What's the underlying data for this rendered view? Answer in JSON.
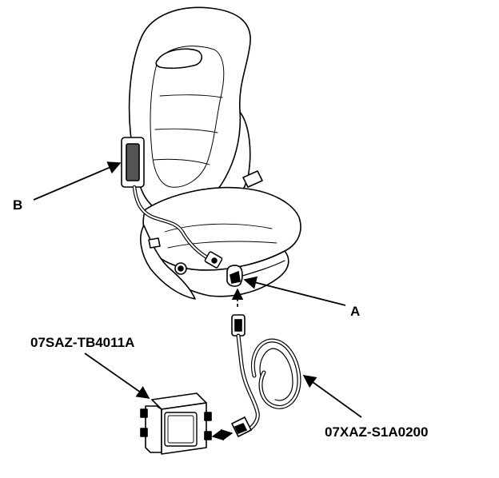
{
  "labels": {
    "b": "B",
    "a": "A",
    "tester_part": "07SAZ-TB4011A",
    "cable_part": "07XAZ-S1A0200"
  },
  "colors": {
    "ink": "#000000",
    "paper": "#ffffff"
  }
}
